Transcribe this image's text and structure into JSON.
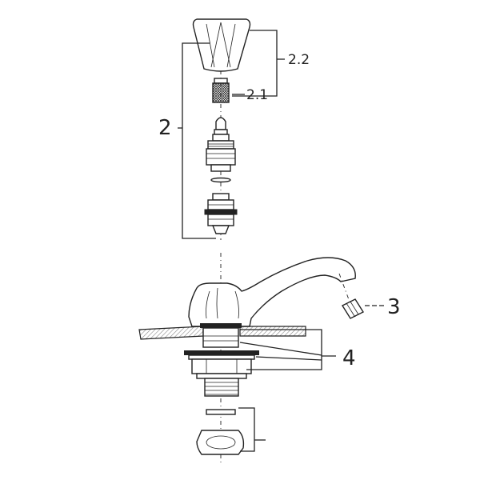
{
  "labels": {
    "part_2_2": "2.2",
    "part_2_1": "2.1",
    "part_2": "2",
    "part_3": "3",
    "part_4": "4"
  },
  "colors": {
    "ink": "#222222",
    "background": "#ffffff",
    "hatch": "#888888"
  }
}
